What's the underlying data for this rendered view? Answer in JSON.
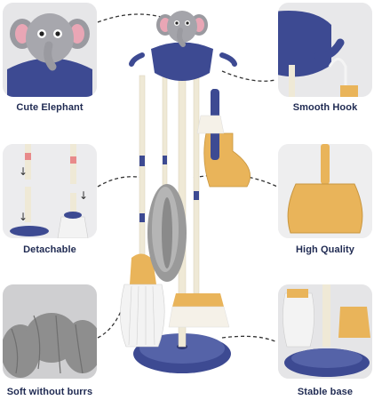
{
  "features": {
    "top_left": "Cute Elephant",
    "top_right": "Smooth Hook",
    "middle_left": "Detachable",
    "middle_right": "High Quality",
    "bottom_left": "Soft without burrs",
    "bottom_right": "Stable base"
  },
  "colors": {
    "navy": "#3d4a92",
    "navy_dark": "#2c3670",
    "cream": "#efe9d6",
    "gold": "#e9b45a",
    "elephant_gray": "#9a9aa0",
    "duster_gray": "#8c8c8c",
    "caption_text": "#1f2a52"
  }
}
